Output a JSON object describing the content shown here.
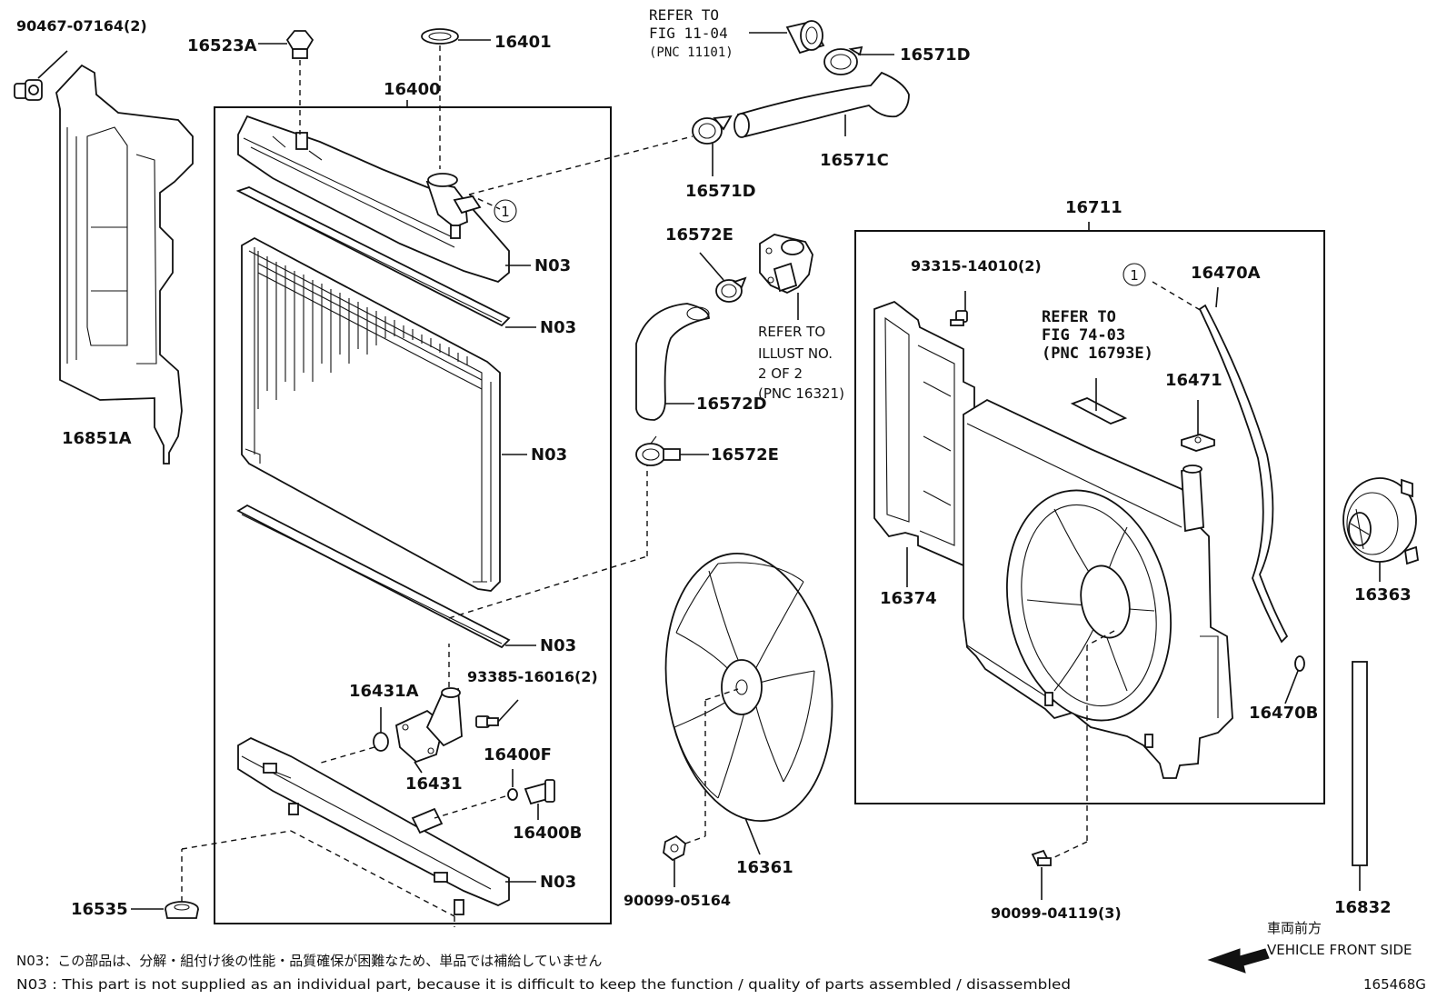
{
  "parts": {
    "p90467": "90467-07164(2)",
    "p16523A": "16523A",
    "p16401": "16401",
    "p16400": "16400",
    "p16851A": "16851A",
    "p16571D_top": "16571D",
    "p16571C": "16571C",
    "p16571D_mid": "16571D",
    "p16572E_top": "16572E",
    "p16572D": "16572D",
    "p16572E_bot": "16572E",
    "p16711": "16711",
    "p93315": "93315-14010(2)",
    "p16470A": "16470A",
    "p16471": "16471",
    "p16374": "16374",
    "p16363": "16363",
    "p16470B": "16470B",
    "p16431A": "16431A",
    "p16431": "16431",
    "p93385": "93385-16016(2)",
    "p16400F": "16400F",
    "p16400B": "16400B",
    "p16535": "16535",
    "p90099_05164": "90099-05164",
    "p16361": "16361",
    "p90099_04119": "90099-04119(3)",
    "p16832": "16832",
    "n03_1": "N03",
    "n03_2": "N03",
    "n03_3": "N03",
    "n03_4": "N03",
    "n03_5": "N03",
    "circle_1a": "1",
    "circle_1b": "1"
  },
  "refs": {
    "fig1104": [
      "REFER TO",
      "FIG 11-04",
      "(PNC 11101)"
    ],
    "fig7403": [
      "REFER TO",
      "FIG 74-03",
      "(PNC 16793E)"
    ],
    "illust": [
      "REFER TO",
      "ILLUST NO.",
      "2 OF 2",
      "(PNC 16321)"
    ]
  },
  "direction": {
    "jp": "車両前方",
    "en": "VEHICLE FRONT SIDE"
  },
  "notes": {
    "jp": "N03：この部品は、分解・組付け後の性能・品質確保が困難なため、単品では補給していません",
    "en": "N03 : This part is not supplied as an individual part, because it is difficult to keep the function / quality of parts assembled / disassembled"
  },
  "diagram_id": "165468G"
}
